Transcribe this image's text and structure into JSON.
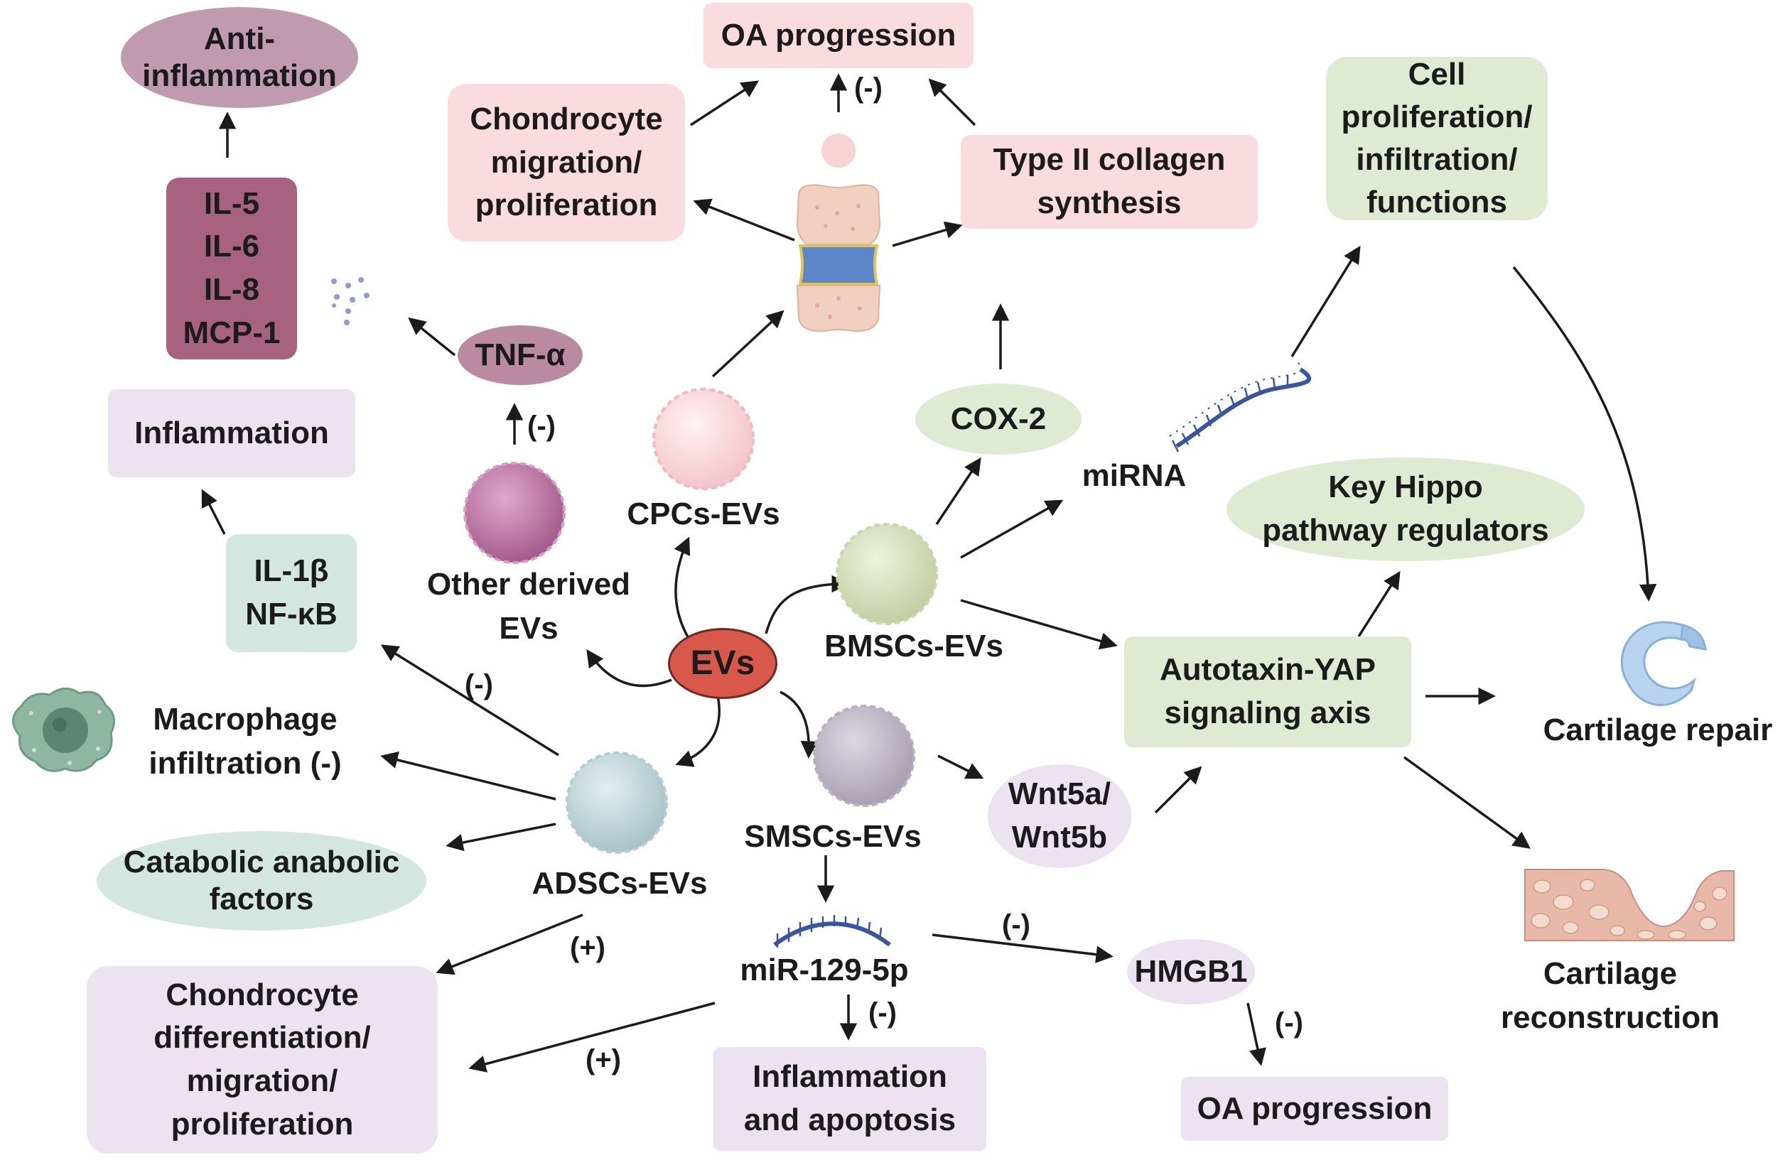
{
  "colors": {
    "pink_box": "#fadce0",
    "lavender_box": "#ece2f0",
    "green_box": "#deebd2",
    "teal_box": "#d3e7e0",
    "cytokine_box": "#a6627f",
    "evs_node": "#d8594c",
    "arrow": "#1b1b1b",
    "rna_strand": "#3a55a0"
  },
  "icons": {
    "joint": "knee-joint-icon",
    "cell": "vesicle-cell-icon",
    "macrophage": "macrophage-icon",
    "rna": "rna-strand-icon",
    "cartilage": "cartilage-c-icon",
    "bone": "bone-tissue-icon",
    "droplets": "cytokine-droplets-icon"
  },
  "labels": {
    "anti_inflammation": "Anti-\ninflammation",
    "cytokines": "IL-5\nIL-6\nIL-8\nMCP-1",
    "inflammation": "Inflammation",
    "il1b_nfkb": "IL-1β\nNF-κB",
    "macrophage": "Macrophage\ninfiltration (-)",
    "catabolic": "Catabolic anabolic\nfactors",
    "chondro_diff": "Chondrocyte\ndifferentiation/\nmigration/\nproliferation",
    "oa_progression_top": "OA progression",
    "chondro_migration": "Chondrocyte\nmigration/\nproliferation",
    "type2_collagen": "Type II collagen\nsynthesis",
    "tnf": "TNF-α",
    "other_evs": "Other derived\nEVs",
    "cpcs_evs": "CPCs-EVs",
    "evs": "EVs",
    "bmscs_evs": "BMSCs-EVs",
    "adscs_evs": "ADSCs-EVs",
    "smscs_evs": "SMSCs-EVs",
    "cox2": "COX-2",
    "mirna": "miRNA",
    "cell_prolif": "Cell\nproliferation/\ninfiltration/\nfunctions",
    "hippo": "Key Hippo\npathway regulators",
    "autotaxin": "Autotaxin-YAP\nsignaling axis",
    "cartilage_repair": "Cartilage repair",
    "wnt": "Wnt5a/\nWnt5b",
    "mir129": "miR-129-5p",
    "hmgb1": "HMGB1",
    "inflam_apoptosis": "Inflammation\nand apoptosis",
    "oa_progression_bottom": "OA progression",
    "cartilage_recon": "Cartilage\nreconstruction"
  },
  "signs": {
    "minus": "(-)",
    "plus": "(+)"
  }
}
